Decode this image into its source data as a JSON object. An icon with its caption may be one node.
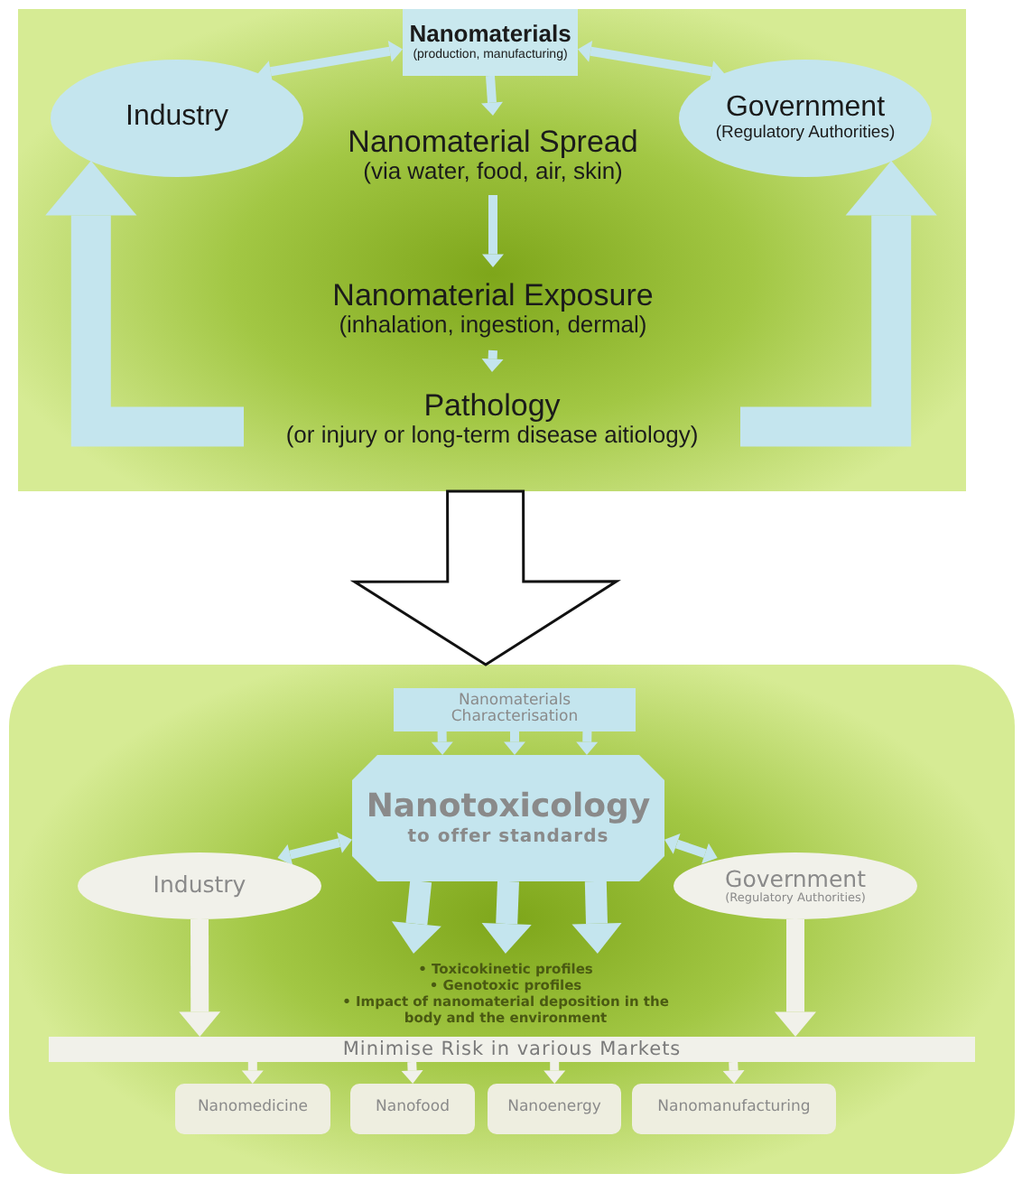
{
  "diagram": {
    "nodes": [
      {
        "text": [],
        "shape": "box"
      },
      {
        "text": [
          "Nanomaterials",
          "(production, manufacturing)"
        ],
        "in": 0
      },
      {
        "text": [
          "Industry"
        ],
        "in": 0
      },
      {
        "text": [
          "Government",
          "(Regulatory Authorities)"
        ],
        "in": 0
      },
      {
        "text": [
          "Nanomaterial Spread",
          "(via water, food, air, skin)"
        ],
        "in": 0
      },
      {
        "text": [
          "Nanomaterial Exposure",
          "(inhalation, ingestion, dermal)"
        ],
        "in": 0
      },
      {
        "text": [
          "Pathology",
          "(or injury or long-term disease aitiology)"
        ],
        "in": 0
      },
      {
        "text": [],
        "shape": "box"
      },
      {
        "text": [
          "Nanomaterials Characterisation"
        ],
        "in": 7
      },
      {
        "text": [
          "Nanotoxicology",
          "to offer standards"
        ],
        "in": 7
      },
      {
        "text": [
          "Industry"
        ],
        "in": 7
      },
      {
        "text": [
          "Government",
          "(Regulatory Authorities)"
        ],
        "in": 7
      },
      {
        "text": [
          "• Toxicokinetic profiles",
          "• Genotoxic profiles",
          "• Impact of nanomaterial deposition in the body and the environment"
        ],
        "in": 7
      },
      {
        "text": [
          "Minimise Risk in various Markets"
        ],
        "in": 7
      },
      {
        "text": [
          "Nanomedicine"
        ],
        "in": 7
      },
      {
        "text": [
          "Nanofood"
        ],
        "in": 7
      },
      {
        "text": [
          "Nanoenergy"
        ],
        "in": 7
      },
      {
        "text": [
          "Nanomanufacturing"
        ],
        "in": 7
      }
    ],
    "edges": [
      {
        "from": 1,
        "to": 2,
        "arrow": "both"
      },
      {
        "from": 1,
        "to": 3,
        "arrow": "both"
      },
      {
        "from": 1,
        "to": 4,
        "arrow": "to"
      },
      {
        "from": 4,
        "to": 5,
        "arrow": "to"
      },
      {
        "from": 5,
        "to": 6,
        "arrow": "to"
      },
      {
        "from": 6,
        "to": 2,
        "arrow": "to",
        "style": "thick"
      },
      {
        "from": 6,
        "to": 3,
        "arrow": "to",
        "style": "thick"
      },
      {
        "from": 0,
        "to": 7,
        "arrow": "to",
        "style": "thick",
        "color": "#ffffff"
      },
      {
        "from": 8,
        "to": 9,
        "arrow": "to"
      },
      {
        "from": 8,
        "to": 9,
        "arrow": "to"
      },
      {
        "from": 8,
        "to": 9,
        "arrow": "to"
      },
      {
        "from": 9,
        "to": 10,
        "arrow": "both"
      },
      {
        "from": 9,
        "to": 11,
        "arrow": "both"
      },
      {
        "from": 9,
        "to": 12,
        "arrow": "to",
        "style": "thick"
      },
      {
        "from": 9,
        "to": 12,
        "arrow": "to",
        "style": "thick"
      },
      {
        "from": 9,
        "to": 12,
        "arrow": "to",
        "style": "thick"
      },
      {
        "from": 10,
        "to": 13,
        "arrow": "to",
        "style": "thick",
        "color": "#f1f1ea"
      },
      {
        "from": 11,
        "to": 13,
        "arrow": "to",
        "style": "thick",
        "color": "#f1f1ea"
      },
      {
        "from": 13,
        "to": 14,
        "arrow": "to",
        "color": "#f1f1ea"
      },
      {
        "from": 13,
        "to": 15,
        "arrow": "to",
        "color": "#f1f1ea"
      },
      {
        "from": 13,
        "to": 16,
        "arrow": "to",
        "color": "#f1f1ea"
      },
      {
        "from": 13,
        "to": 17,
        "arrow": "to",
        "color": "#f1f1ea"
      }
    ]
  }
}
